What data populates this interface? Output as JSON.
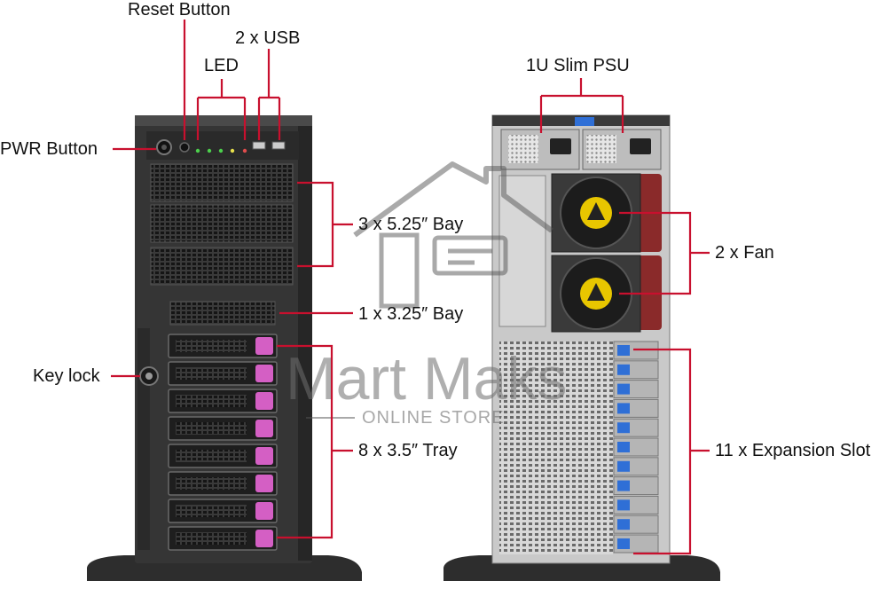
{
  "labels": {
    "reset_button": "Reset Button",
    "usb": "2 x USB",
    "led": "LED",
    "pwr_button": "PWR Button",
    "bay_525": "3 x 5.25″ Bay",
    "bay_325": "1 x 3.25″ Bay",
    "key_lock": "Key lock",
    "tray": "8 x 3.5″ Tray",
    "psu": "1U Slim PSU",
    "fan": "2 x Fan",
    "expansion": "11 x Expansion Slot"
  },
  "watermark": {
    "brand": "Mart Maks",
    "tagline": "ONLINE STORE"
  },
  "colors": {
    "callout_red": "#c8102e",
    "chassis_dark": "#2b2b2b",
    "tray_pink": "#d45fc4",
    "slot_blue": "#2f6fd6",
    "fan_yellow": "#e8c600",
    "fan_bracket_red": "#8a2a2a",
    "led_green": "#4cd04c"
  },
  "counts": {
    "bays_525": 3,
    "trays": 8,
    "expansion_slots": 11,
    "fans": 2,
    "psus": 2
  }
}
